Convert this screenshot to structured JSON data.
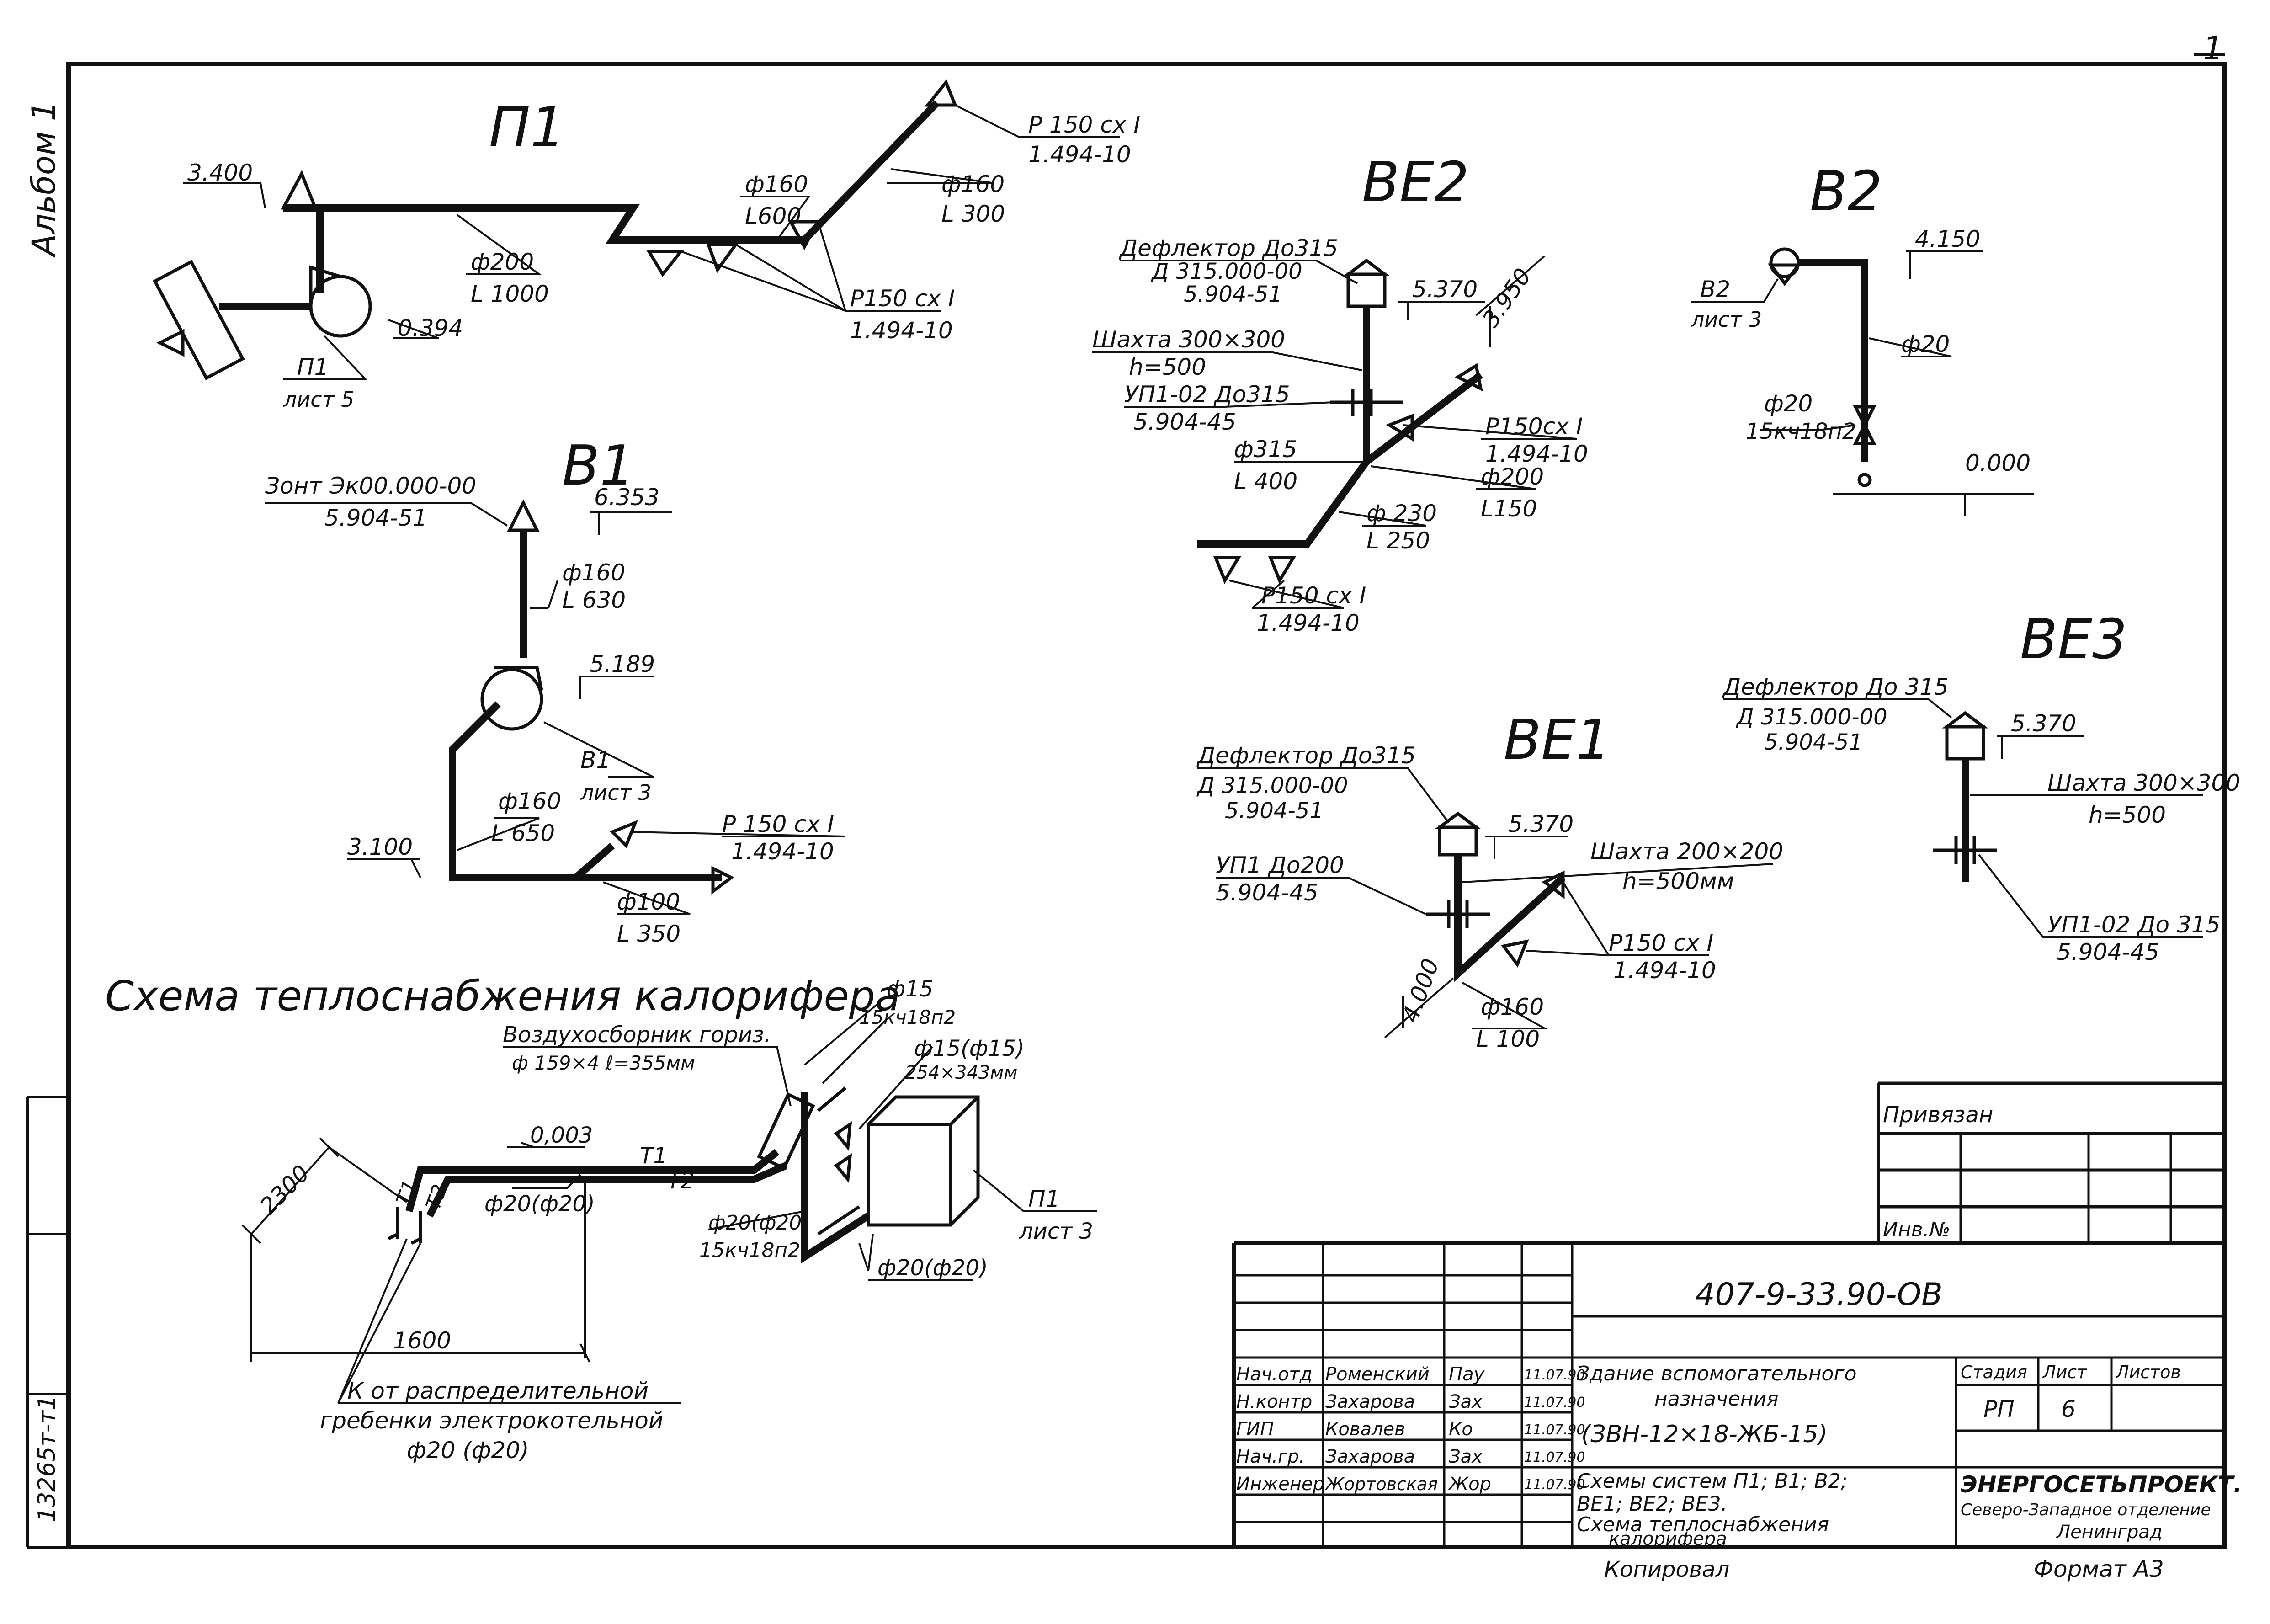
{
  "page_number": "1",
  "margin": {
    "album": "Альбом 1",
    "stamp": "13265т-т1"
  },
  "systems": {
    "p1": {
      "title": "П1",
      "mark_3400": "3.400",
      "d200": "ф200",
      "l1000": "L 1000",
      "d160a": "ф160",
      "l600": "L600",
      "d160b": "ф160",
      "l300": "L 300",
      "top_grille": "Р 150 сх I",
      "top_grille_code": "1.494-10",
      "grille": "Р150 сх I",
      "grille_code": "1.494-10",
      "mark_0394": "0.394",
      "unit": "П1",
      "unit_sheet": "лист 5"
    },
    "b1": {
      "title": "В1",
      "damper": "Зонт Эк00.000-00",
      "damper_code": "5.904-51",
      "mark_6353": "6.353",
      "d160a": "ф160",
      "l630": "L 630",
      "mark_5189": "5.189",
      "fan": "В1",
      "fan_sheet": "лист 3",
      "d160b": "ф160",
      "l650": "L 650",
      "mark_3100": "3.100",
      "grille": "Р 150 сх I",
      "grille_code": "1.494-10",
      "d100": "ф100",
      "l350": "L 350"
    },
    "be2": {
      "title": "ВЕ2",
      "deflector": "Дефлектор До315",
      "deflector_code1": "Д 315.000-00",
      "deflector_code2": "5.904-51",
      "mark_5370": "5.370",
      "mark_3950": "3.950",
      "shaft": "Шахта 300×300",
      "shaft_h": "h=500",
      "valve": "УП1-02 До315",
      "valve_code": "5.904-45",
      "grille": "Р150сх I",
      "grille_code": "1.494-10",
      "d315": "ф315",
      "l400": "L 400",
      "d200": "ф200",
      "l150": "L150",
      "d230": "ф 230",
      "l250": "L 250",
      "grille2": "Р150 сх I",
      "grille2_code": "1.494-10"
    },
    "b2": {
      "title": "В2",
      "mark_4150": "4.150",
      "unit": "В2",
      "unit_sheet": "лист 3",
      "d20a": "ф20",
      "d20b": "ф20",
      "valve": "15кч18п2",
      "mark_0000": "0.000"
    },
    "be3": {
      "title": "ВЕ3",
      "deflector": "Дефлектор До 315",
      "deflector_code1": "Д 315.000-00",
      "deflector_code2": "5.904-51",
      "mark_5370": "5.370",
      "shaft": "Шахта 300×300",
      "shaft_h": "h=500",
      "valve": "УП1-02 До 315",
      "valve_code": "5.904-45"
    },
    "be1": {
      "title": "ВЕ1",
      "deflector": "Дефлектор До315",
      "deflector_code1": "Д 315.000-00",
      "deflector_code2": "5.904-51",
      "mark_5370": "5.370",
      "shaft": "Шахта 200×200",
      "shaft_h": "h=500мм",
      "valve": "УП1 До200",
      "valve_code": "5.904-45",
      "grille": "Р150 сх I",
      "grille_code": "1.494-10",
      "mark_4000": "4.000",
      "d160": "ф160",
      "l100": "L 100"
    }
  },
  "heating": {
    "title": "Схема теплоснабжения калорифера",
    "collector": "Воздухосборник гориз.",
    "collector_spec": "ф 159×4 ℓ=355мм",
    "d15": "ф15",
    "valve": "15кч18п2",
    "d15b": "ф15(ф15)",
    "dim_254": "254×343мм",
    "slope": "0,003",
    "t1": "Т1",
    "t2": "Т2",
    "t1b": "Т1",
    "t2b": "Т2",
    "d20_pipe": "ф20(ф20)",
    "d20_valve": "ф20(ф20)",
    "valve2": "15кч18п2",
    "d20_bottom": "ф20(ф20)",
    "unit": "П1",
    "unit_sheet": "лист 3",
    "dim_2300": "2300",
    "dim_1600": "1600",
    "note1": "К от распределительной",
    "note2": "гребенки электрокотельной",
    "note3": "ф20 (ф20)"
  },
  "title_block": {
    "attached": "Привязан",
    "inv": "Инв.№",
    "code": "407-9-33.90-ОВ",
    "roles": [
      "Нач.отд",
      "Н.контр",
      "ГИП",
      "Нач.гр.",
      "Инженер"
    ],
    "names": [
      "Роменский",
      "Захарова",
      "Ковалев",
      "Захарова",
      "Жортовская"
    ],
    "signatures": [
      "Пау",
      "Зах",
      "Ко",
      "Зах",
      "Жор"
    ],
    "dates": [
      "11.07.90",
      "11.07.90",
      "11.07.90",
      "11.07.90",
      "11.07.90"
    ],
    "building1": "Здание вспомогательного",
    "building2": "назначения",
    "building3": "(ЗВН-12×18-ЖБ-15)",
    "stage_h": "Стадия",
    "sheet_h": "Лист",
    "sheets_h": "Листов",
    "stage": "РП",
    "sheet": "6",
    "sheets": "",
    "desc1": "Схемы систем П1; В1; В2;",
    "desc2": "ВЕ1; ВЕ2; ВЕ3.",
    "desc3": "Схема теплоснабжения",
    "desc4": "калорифера",
    "org1": "ЭНЕРГОСЕТЬПРОЕКТ.",
    "org2": "Северо-Западное отделение",
    "org3": "Ленинград"
  },
  "footer": {
    "copied": "Копировал",
    "format": "Формат А3"
  }
}
